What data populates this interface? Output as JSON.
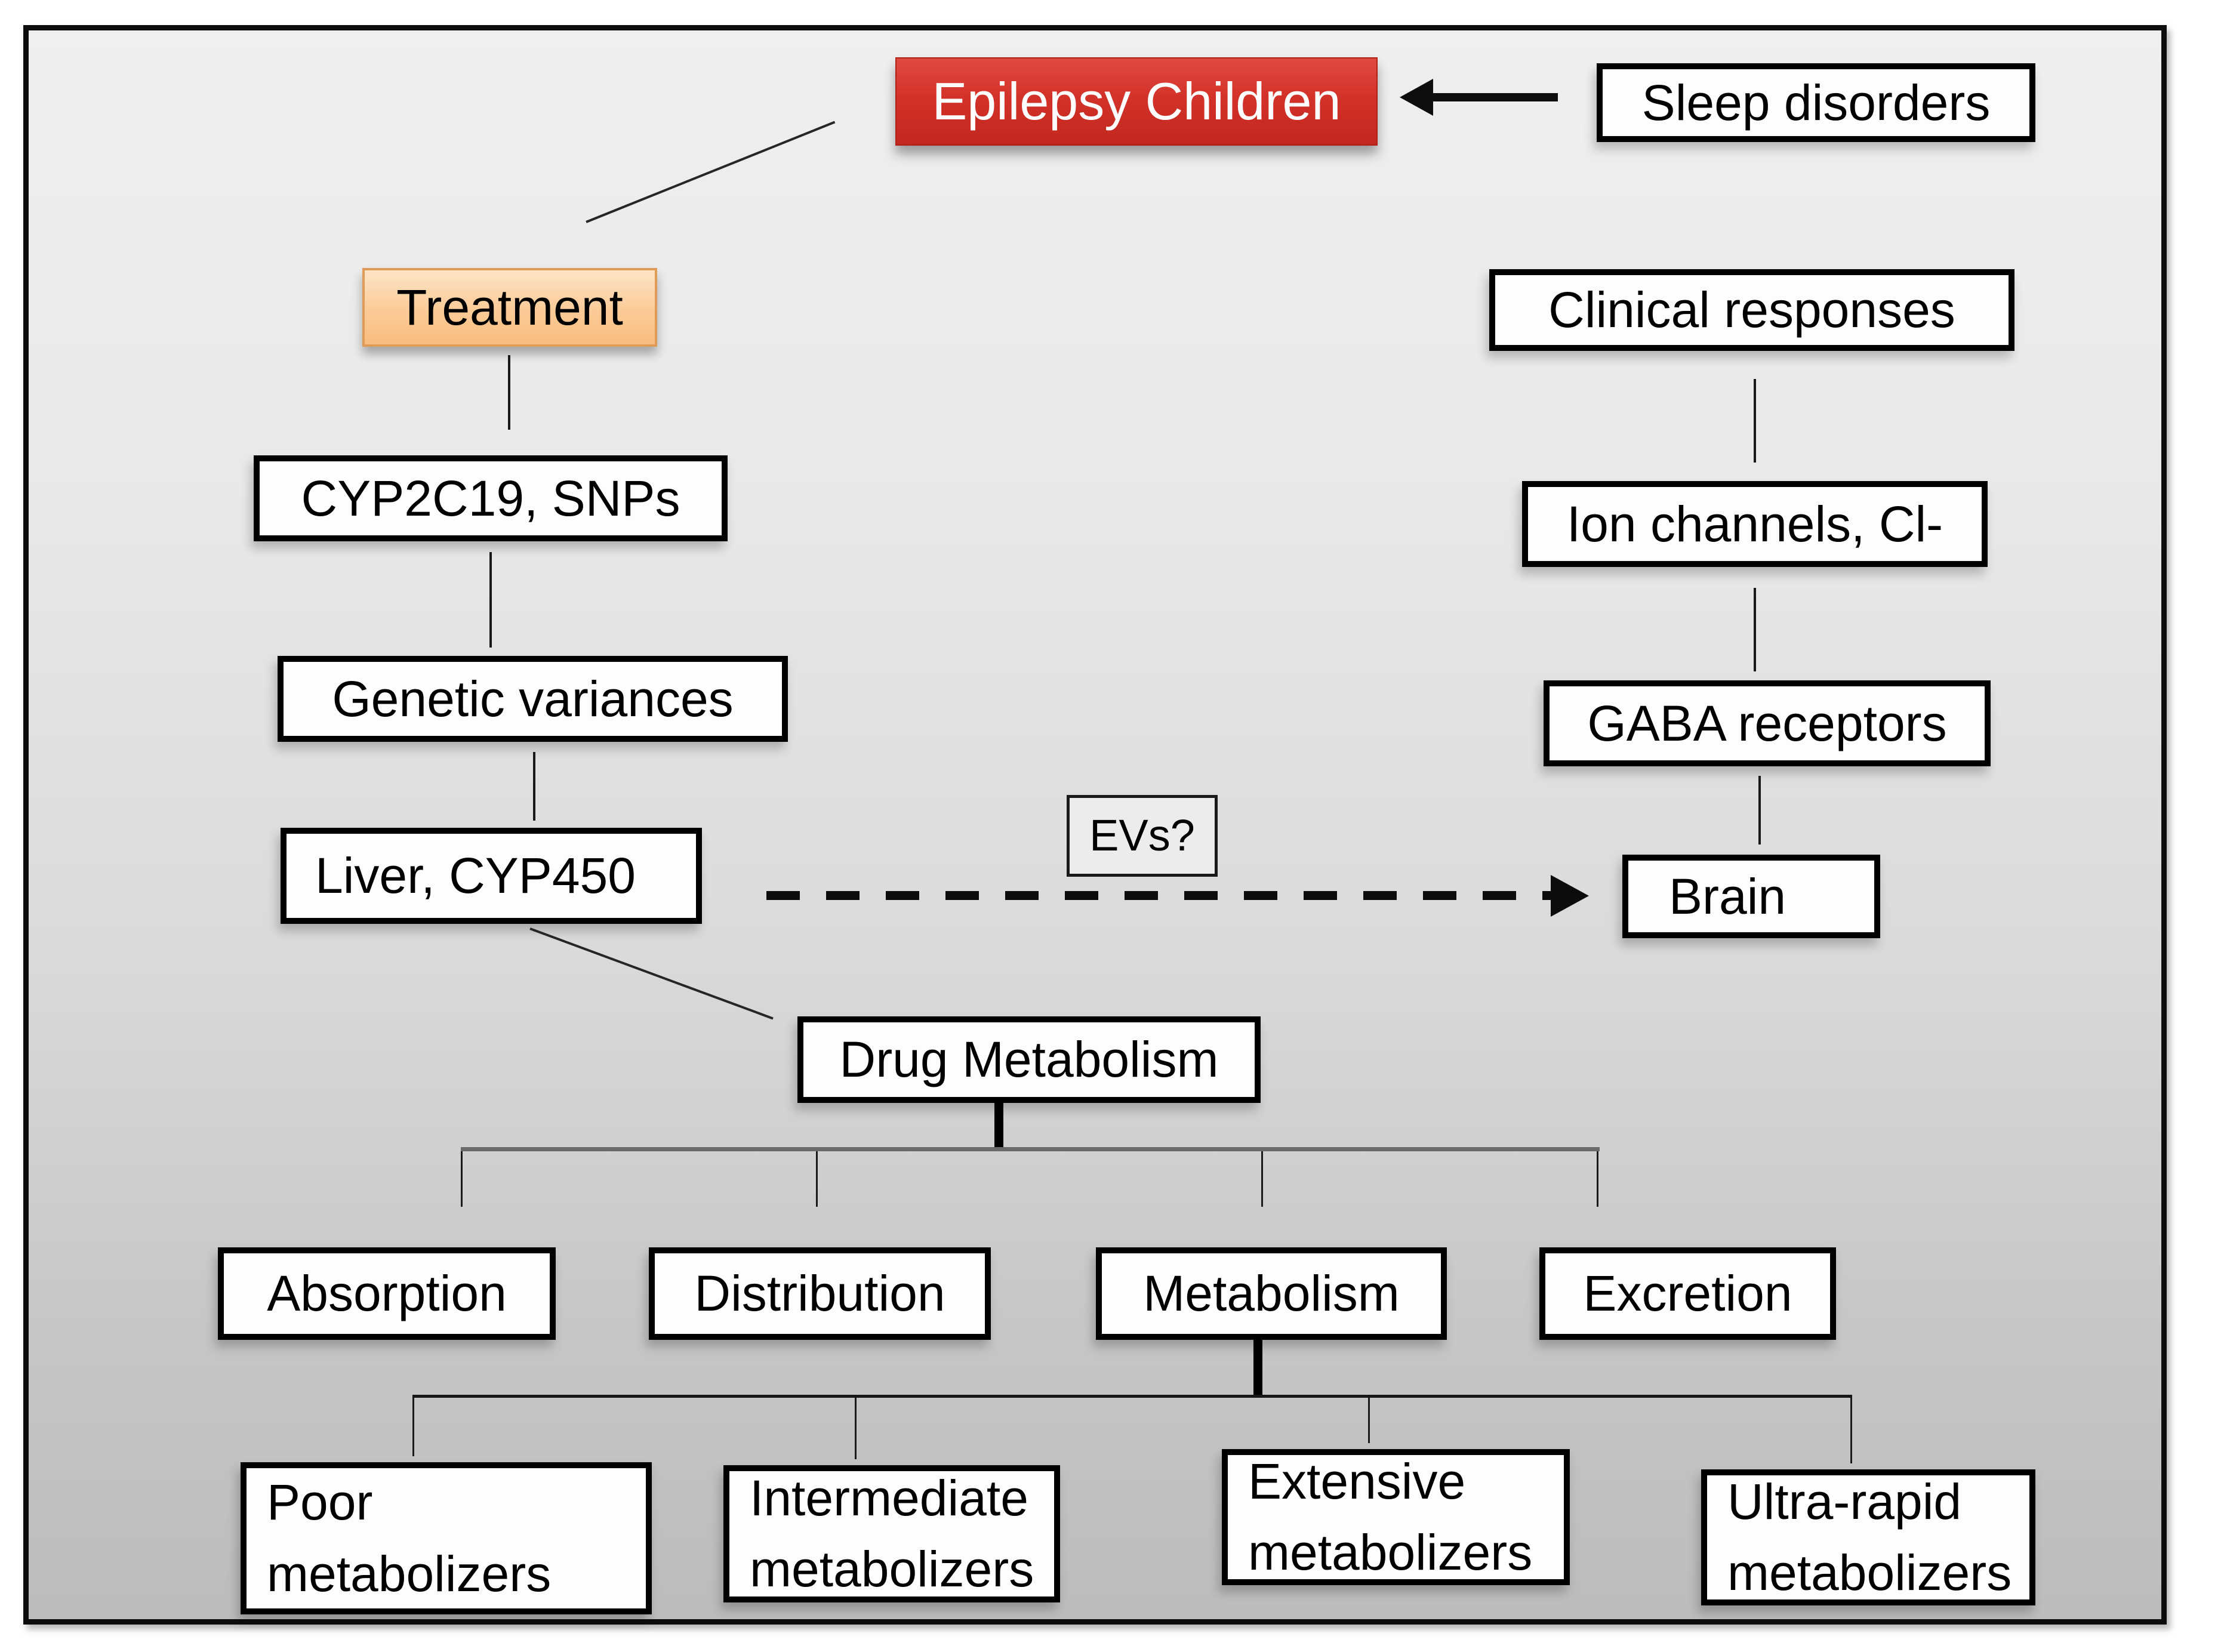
{
  "diagram": {
    "description": "Flow diagram linking epilepsy in children, antiepileptic drug treatment, CYP450 pharmacogenetics and drug metabolism phenotypes to clinical responses in the brain",
    "nodes": {
      "epilepsy": {
        "label": "Epilepsy Children"
      },
      "sleep": {
        "label": "Sleep disorders"
      },
      "treatment": {
        "label": "Treatment"
      },
      "cyp2c19": {
        "label": "CYP2C19, SNPs"
      },
      "genetic": {
        "label": "Genetic variances"
      },
      "liver": {
        "label": "Liver, CYP450"
      },
      "evs": {
        "label": "EVs?"
      },
      "clinical": {
        "label": "Clinical responses"
      },
      "ion": {
        "label": "Ion channels, Cl-"
      },
      "gaba": {
        "label": "GABA receptors"
      },
      "brain": {
        "label": "Brain"
      },
      "drug_metabolism": {
        "label": "Drug Metabolism"
      },
      "absorption": {
        "label": "Absorption"
      },
      "distribution": {
        "label": "Distribution"
      },
      "metabolism": {
        "label": "Metabolism"
      },
      "excretion": {
        "label": "Excretion"
      },
      "poor": {
        "label": "Poor metabolizers"
      },
      "intermediate": {
        "label": "Intermediate metabolizers"
      },
      "extensive": {
        "label": "Extensive metabolizers"
      },
      "ultra_rapid": {
        "label": "Ultra-rapid metabolizers"
      }
    },
    "edges": [
      {
        "from": "sleep",
        "to": "epilepsy",
        "style": "solid-arrow"
      },
      {
        "from": "epilepsy",
        "to": "treatment",
        "style": "line"
      },
      {
        "from": "treatment",
        "to": "cyp2c19",
        "style": "line"
      },
      {
        "from": "cyp2c19",
        "to": "genetic",
        "style": "line"
      },
      {
        "from": "genetic",
        "to": "liver",
        "style": "line"
      },
      {
        "from": "liver",
        "to": "brain",
        "style": "dashed-arrow",
        "label": "EVs?"
      },
      {
        "from": "liver",
        "to": "drug_metabolism",
        "style": "line"
      },
      {
        "from": "clinical",
        "to": "ion",
        "style": "line"
      },
      {
        "from": "ion",
        "to": "gaba",
        "style": "line"
      },
      {
        "from": "gaba",
        "to": "brain",
        "style": "line"
      },
      {
        "from": "drug_metabolism",
        "to": "absorption",
        "style": "tree"
      },
      {
        "from": "drug_metabolism",
        "to": "distribution",
        "style": "tree"
      },
      {
        "from": "drug_metabolism",
        "to": "metabolism",
        "style": "tree"
      },
      {
        "from": "drug_metabolism",
        "to": "excretion",
        "style": "tree"
      },
      {
        "from": "metabolism",
        "to": "poor",
        "style": "tree"
      },
      {
        "from": "metabolism",
        "to": "intermediate",
        "style": "tree"
      },
      {
        "from": "metabolism",
        "to": "extensive",
        "style": "tree"
      },
      {
        "from": "metabolism",
        "to": "ultra_rapid",
        "style": "tree"
      }
    ],
    "colors": {
      "epilepsy_fill": "#d23229",
      "epilepsy_text": "#ffffff",
      "treatment_fill": "#fbcb97",
      "treatment_border": "#e09b58",
      "box_fill": "#fdfdfd",
      "box_border": "#000000",
      "background_top": "#efeff0",
      "background_bottom": "#bcbcbd",
      "connector_gray": "#6a6a6a"
    }
  }
}
